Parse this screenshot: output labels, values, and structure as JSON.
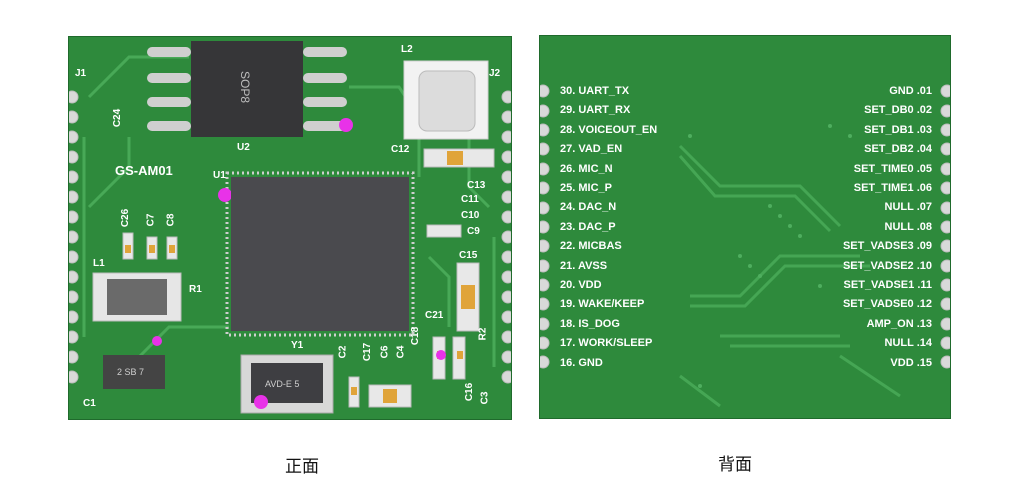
{
  "front": {
    "caption": "正面",
    "module_label": "GS-AM01",
    "chip_u2_marking": "SOP8",
    "crystal_marking": "AVD-E 5",
    "small_chip_marking": "2 SB 7",
    "labels": {
      "J1": "J1",
      "J2": "J2",
      "L1": "L1",
      "L2": "L2",
      "U1": "U1",
      "U2": "U2",
      "Y1": "Y1",
      "C1": "C1",
      "C2": "C2",
      "C3": "C3",
      "C4": "C4",
      "C6": "C6",
      "C7": "C7",
      "C8": "C8",
      "C9": "C9",
      "C10": "C10",
      "C11": "C11",
      "C12": "C12",
      "C13": "C13",
      "C15": "C15",
      "C16": "C16",
      "C17": "C17",
      "C18": "C18",
      "C21": "C21",
      "C24": "C24",
      "C26": "C26",
      "R1": "R1",
      "R2": "R2"
    }
  },
  "back": {
    "caption": "背面",
    "left_pins": [
      "30. UART_TX",
      "29. UART_RX",
      "28. VOICEOUT_EN",
      "27. VAD_EN",
      "26. MIC_N",
      "25. MIC_P",
      "24. DAC_N",
      "23. DAC_P",
      "22. MICBAS",
      "21. AVSS",
      "20. VDD",
      "19. WAKE/KEEP",
      "18. IS_DOG",
      "17. WORK/SLEEP",
      "16. GND"
    ],
    "right_pins": [
      "GND .01",
      "SET_DB0 .02",
      "SET_DB1 .03",
      "SET_DB2 .04",
      "SET_TIME0 .05",
      "SET_TIME1 .06",
      "NULL .07",
      "NULL .08",
      "SET_VADSE3 .09",
      "SET_VADSE2 .10",
      "SET_VADSE1 .11",
      "SET_VADSE0 .12",
      "AMP_ON .13",
      "NULL .14",
      "VDD .15"
    ]
  }
}
